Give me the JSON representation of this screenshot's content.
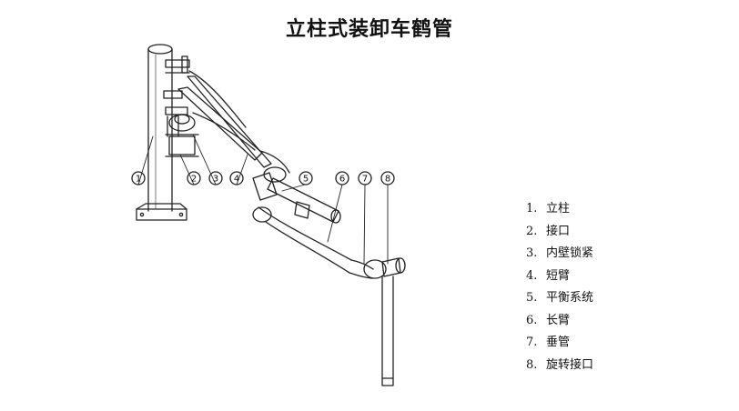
{
  "title": "立柱式装卸车鹤管",
  "callouts": [
    "1",
    "2",
    "3",
    "4",
    "5",
    "6",
    "7",
    "8"
  ],
  "legend": [
    {
      "num": "1.",
      "label": "立柱"
    },
    {
      "num": "2.",
      "label": "接口"
    },
    {
      "num": "3.",
      "label": "内壁锁紧"
    },
    {
      "num": "4.",
      "label": "短臂"
    },
    {
      "num": "5.",
      "label": "平衡系统"
    },
    {
      "num": "6.",
      "label": "长臂"
    },
    {
      "num": "7.",
      "label": "垂管"
    },
    {
      "num": "8.",
      "label": "旋转接口"
    }
  ]
}
